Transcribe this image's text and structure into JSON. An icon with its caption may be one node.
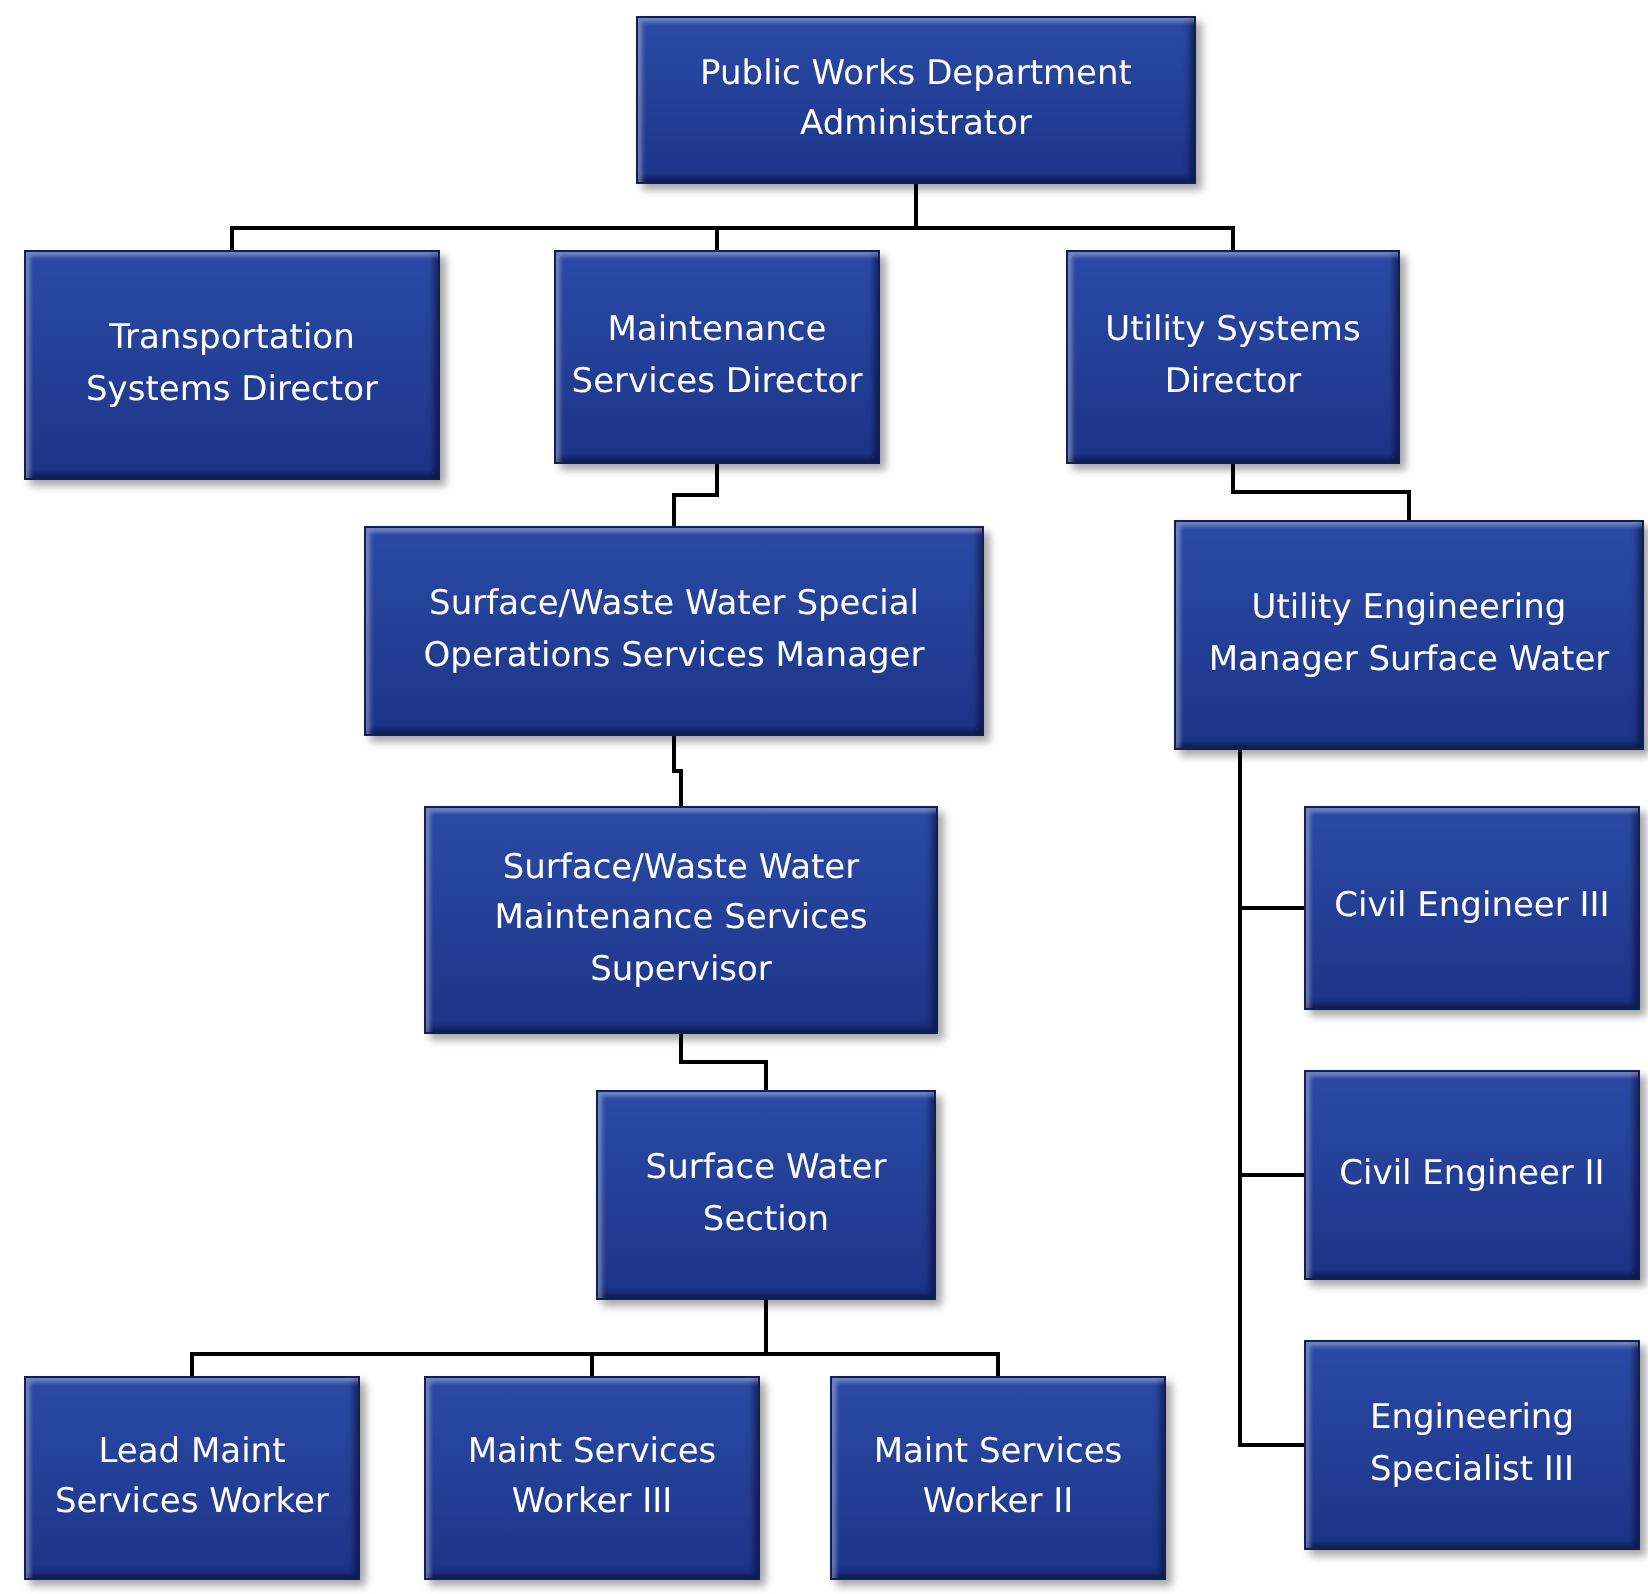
{
  "diagram": {
    "nodes": [
      {
        "text": [
          "Public Works Department Administrator"
        ]
      },
      {
        "text": [
          "Transportation Systems Director"
        ]
      },
      {
        "text": [
          "Maintenance Services Director"
        ]
      },
      {
        "text": [
          "Utility Systems Director"
        ]
      },
      {
        "text": [
          "Surface/Waste Water Special Operations Services Manager"
        ]
      },
      {
        "text": [
          "Utility Engineering Manager Surface Water"
        ]
      },
      {
        "text": [
          "Surface/Waste Water Maintenance Services Supervisor"
        ]
      },
      {
        "text": [
          "Civil Engineer III"
        ]
      },
      {
        "text": [
          "Civil Engineer II"
        ]
      },
      {
        "text": [
          "Engineering Specialist III"
        ]
      },
      {
        "text": [
          "Surface Water Section"
        ]
      },
      {
        "text": [
          "Lead Maint Services Worker"
        ]
      },
      {
        "text": [
          "Maint Services Worker III"
        ]
      },
      {
        "text": [
          "Maint Services Worker II"
        ]
      }
    ],
    "edges": [
      {
        "from": 0,
        "to": 1,
        "arrow": "none"
      },
      {
        "from": 0,
        "to": 2,
        "arrow": "none"
      },
      {
        "from": 0,
        "to": 3,
        "arrow": "none"
      },
      {
        "from": 2,
        "to": 4,
        "arrow": "none"
      },
      {
        "from": 3,
        "to": 5,
        "arrow": "none"
      },
      {
        "from": 4,
        "to": 6,
        "arrow": "none"
      },
      {
        "from": 5,
        "to": 7,
        "arrow": "none"
      },
      {
        "from": 5,
        "to": 8,
        "arrow": "none"
      },
      {
        "from": 5,
        "to": 9,
        "arrow": "none"
      },
      {
        "from": 6,
        "to": 10,
        "arrow": "none"
      },
      {
        "from": 10,
        "to": 11,
        "arrow": "none"
      },
      {
        "from": 10,
        "to": 12,
        "arrow": "none"
      },
      {
        "from": 10,
        "to": 13,
        "arrow": "none"
      }
    ]
  }
}
